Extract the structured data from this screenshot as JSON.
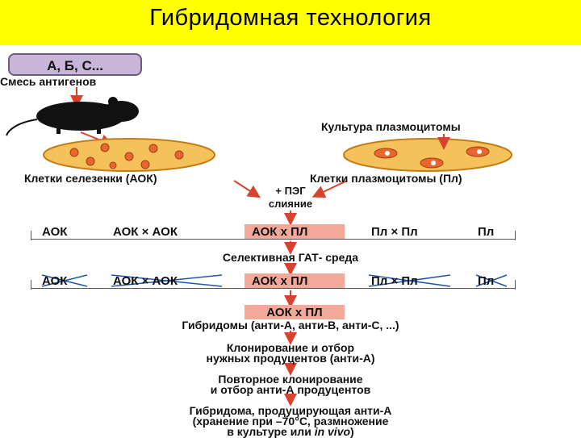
{
  "title": "Гибридомная технология",
  "antigens": "А, Б, С...",
  "antigen_mix": "Смесь антигенов",
  "plasmacytoma_culture": "Культура плазмоцитомы",
  "spleen_cells": "Клетки селезенки (АОК)",
  "plasmacytoma_cells": "Клетки плазмоцитомы (Пл)",
  "peg": "+ ПЭГ",
  "fusion": "слияние",
  "row1": [
    "АОК",
    "АОК × АОК",
    "АОК х ПЛ",
    "Пл × Пл",
    "Пл"
  ],
  "selective": "Селективная ГАТ- среда",
  "row2": [
    "АОК",
    "АОК × АОК",
    "АОК х ПЛ",
    "Пл × Пл",
    "Пл"
  ],
  "hybrid_box": "АОК х ПЛ",
  "hybridomas": "Гибридомы (анти-А, анти-В, анти-С, ...)",
  "cloning": [
    "Клонирование и отбор",
    "нужных продуцентов (анти-А)"
  ],
  "recloning": [
    "Повторное клонирование",
    "и отбор анти-А продуцентов"
  ],
  "final": [
    "Гибридома, продуцирующая анти-А",
    "(хранение при –70°С, размножение",
    "в культуре или "
  ],
  "final_italic": "in vivo",
  "final_close": ")",
  "colors": {
    "title_bar": "#ffff00",
    "highlight": "#f2a99a",
    "arrow": "#d8432e",
    "dish": "#f5c15a"
  }
}
